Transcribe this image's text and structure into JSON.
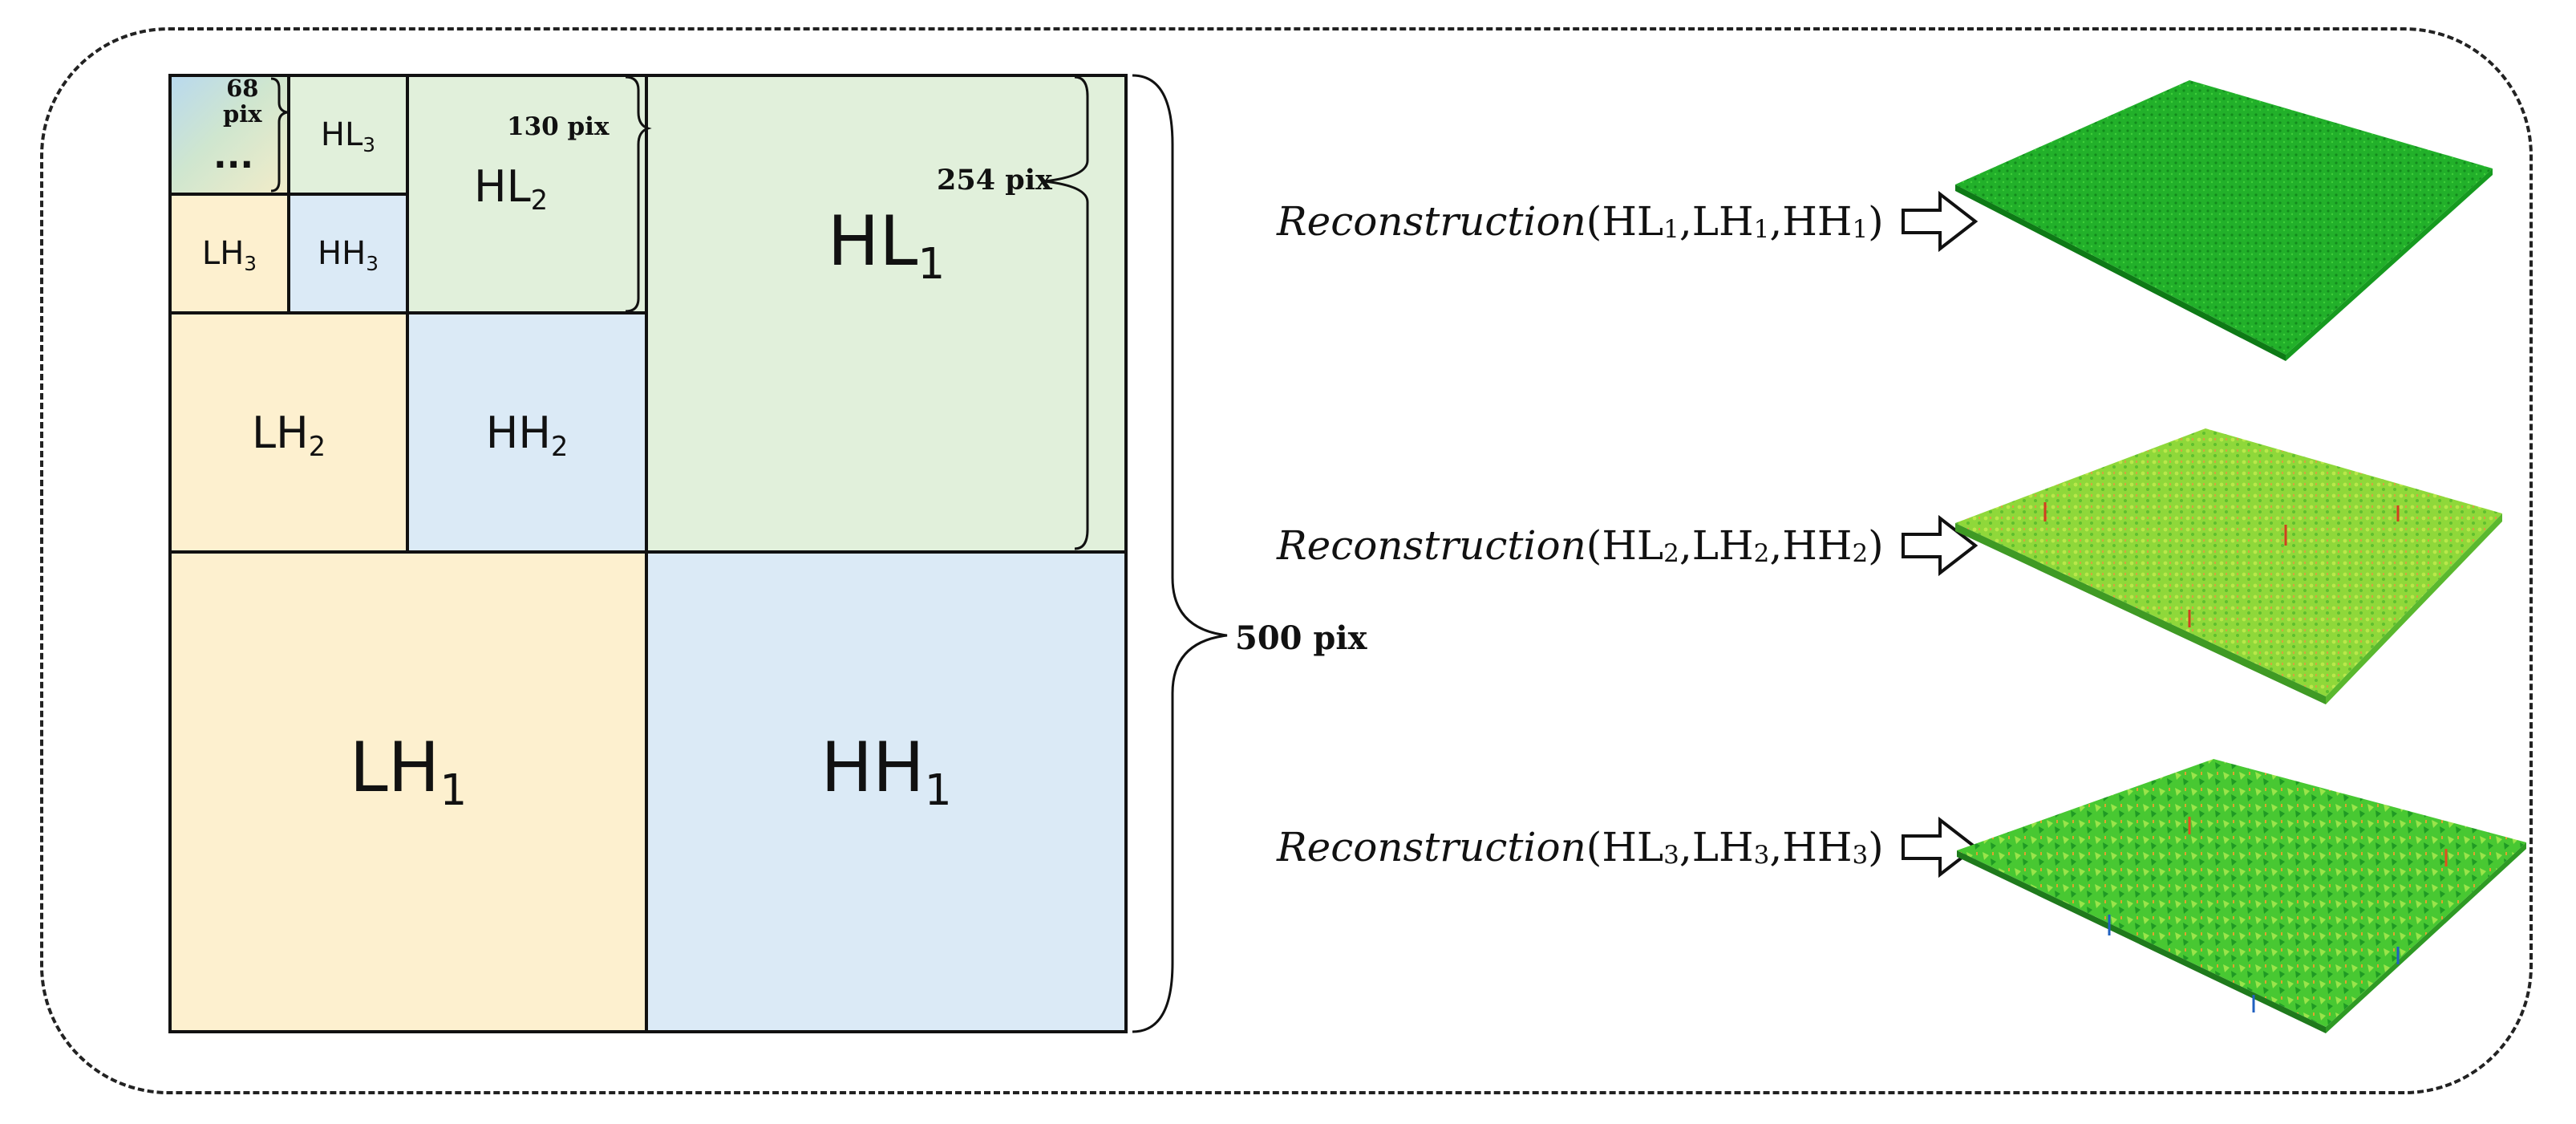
{
  "dimensions": {
    "ll_size": "68\npix",
    "level2_size": "130 pix",
    "level1_size": "254 pix",
    "full_size": "500 pix"
  },
  "subbands": {
    "ll_ellipsis": "···",
    "hl3": {
      "base": "HL",
      "sub": "3"
    },
    "lh3": {
      "base": "LH",
      "sub": "3"
    },
    "hh3": {
      "base": "HH",
      "sub": "3"
    },
    "hl2": {
      "base": "HL",
      "sub": "2"
    },
    "lh2": {
      "base": "LH",
      "sub": "2"
    },
    "hh2": {
      "base": "HH",
      "sub": "2"
    },
    "hl1": {
      "base": "HL",
      "sub": "1"
    },
    "lh1": {
      "base": "LH",
      "sub": "1"
    },
    "hh1": {
      "base": "HH",
      "sub": "1"
    }
  },
  "colors": {
    "lh": "#fdf0cf",
    "hh": "#dbeaf6",
    "hl": "#e1f0db",
    "surface_green": "#2fb82f",
    "surface_lime": "#8fd83a"
  },
  "reconstructions": [
    {
      "fn": "Reconstruction",
      "open": "(",
      "a": "HL",
      "sa": "1",
      "b": "LH",
      "sb": "1",
      "c": "HH",
      "sc": "1",
      "sep": ", ",
      "close": ")"
    },
    {
      "fn": "Reconstruction",
      "open": "(",
      "a": "HL",
      "sa": "2",
      "b": "LH",
      "sb": "2",
      "c": "HH",
      "sc": "2",
      "sep": ", ",
      "close": ")"
    },
    {
      "fn": "Reconstruction",
      "open": "(",
      "a": "HL",
      "sa": "3",
      "b": "LH",
      "sb": "3",
      "c": "HH",
      "sc": "3",
      "sep": ", ",
      "close": ")"
    }
  ],
  "surfaces": [
    "surface-level-1",
    "surface-level-2",
    "surface-level-3"
  ]
}
